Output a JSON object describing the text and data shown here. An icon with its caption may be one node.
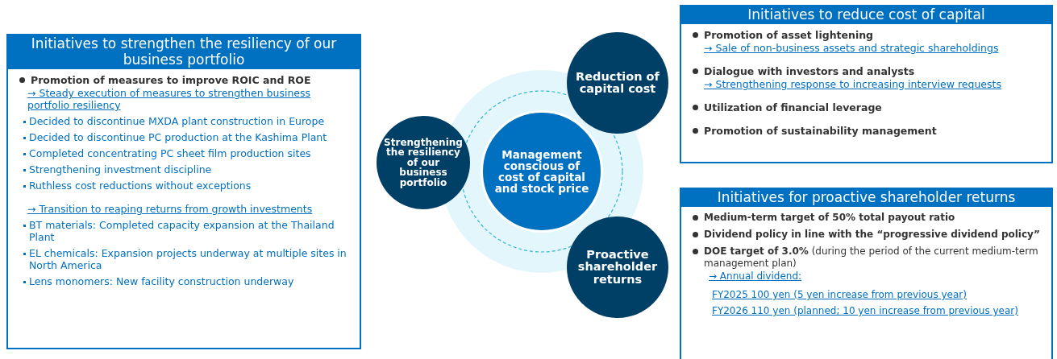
{
  "diagram": {
    "nodes": [
      {
        "text": [
          "Initiatives to strengthen the resiliency of our business portfolio",
          "Promotion of measures to improve ROIC and ROE",
          "→ Steady execution of measures to strengthen business portfolio resiliency",
          "Decided to discontinue MXDA plant construction in Europe",
          "Decided to discontinue PC production at the Kashima Plant",
          "Completed concentrating PC sheet film production sites",
          "Strengthening investment discipline",
          "Ruthless cost reductions without exceptions",
          "→ Transition to reaping returns from growth investments",
          "BT materials: Completed capacity expansion at the Thailand Plant",
          "EL chemicals: Expansion projects underway at multiple sites in North America",
          "Lens monomers: New facility construction underway"
        ]
      },
      {
        "text": [
          "Initiatives to reduce cost of capital",
          "Promotion of asset lightening",
          "→ Sale of non-business assets and strategic shareholdings",
          "Dialogue with investors and analysts",
          "→ Strengthening response to increasing interview requests",
          "Utilization of financial leverage",
          "Promotion of sustainability management"
        ]
      },
      {
        "text": [
          "Initiatives for proactive shareholder returns",
          "Medium-term target of 50% total payout ratio",
          "Dividend policy in line with the “progressive dividend policy”",
          "**DOE target of 3.0%** (during the period of the current medium-term management plan)",
          "→ Annual dividend:",
          "FY2025 100 yen (5 yen increase from previous year)",
          "FY2026 110 yen (planned; 10 yen increase from previous year)"
        ]
      },
      {
        "text": [
          "Management conscious of cost of capital and stock price"
        ]
      },
      {
        "text": [
          "Strengthening the resiliency of our business portfolio"
        ]
      },
      {
        "text": [
          "Reduction of capital cost"
        ]
      },
      {
        "text": [
          "Proactive shareholder returns"
        ]
      }
    ]
  }
}
